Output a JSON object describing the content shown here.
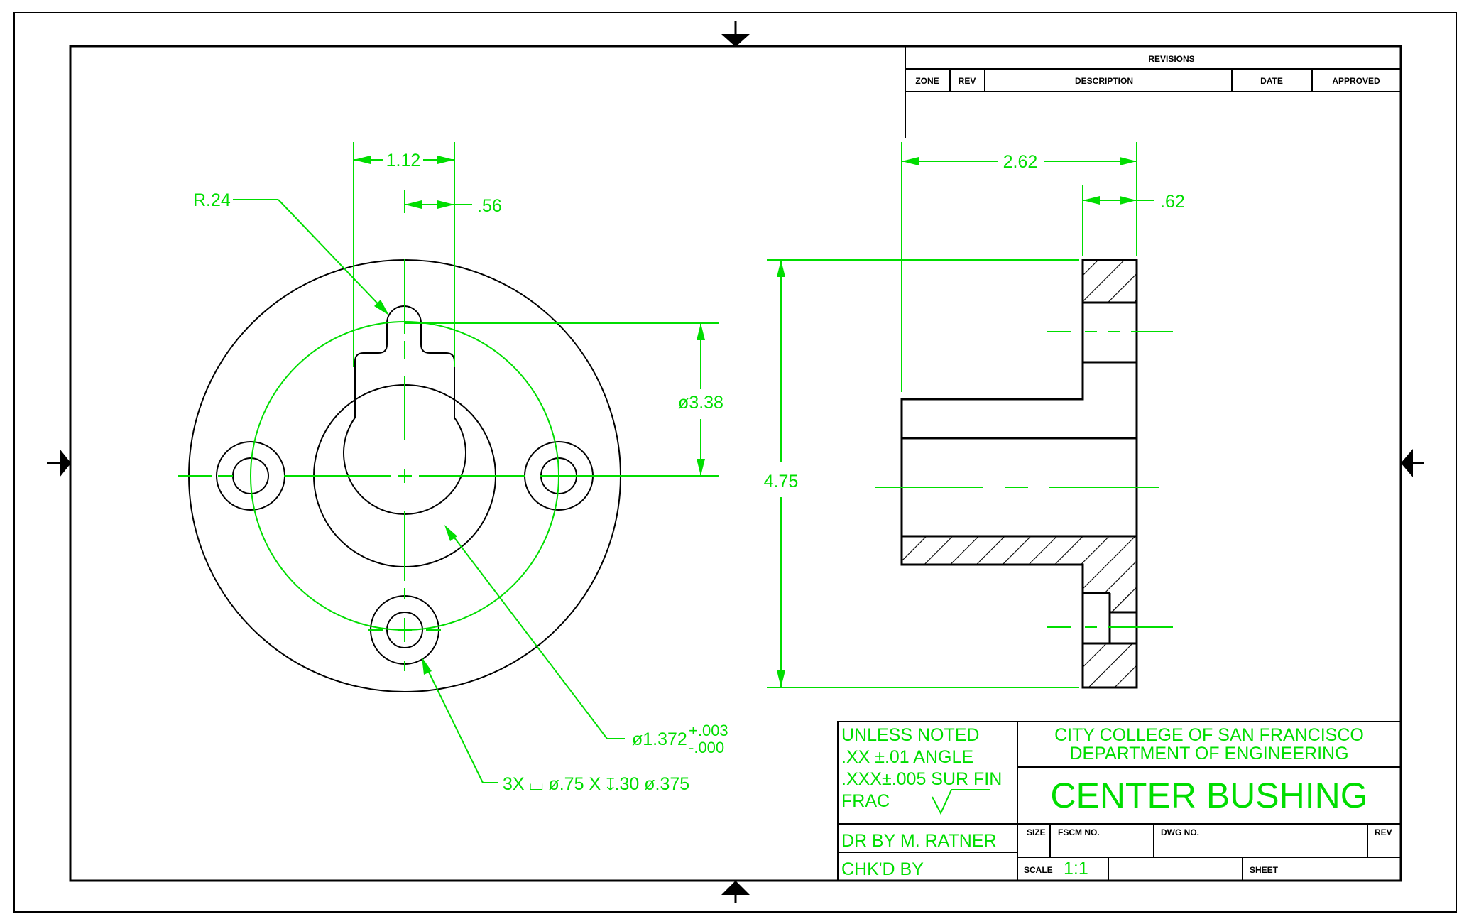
{
  "revisions": {
    "title": "REVISIONS",
    "columns": [
      "ZONE",
      "REV",
      "DESCRIPTION",
      "DATE",
      "APPROVED"
    ]
  },
  "dimensions": {
    "width_top": "1.12",
    "half_width": ".56",
    "radius": "R.24",
    "bolt_circle": "ø3.38",
    "bore": "ø1.372",
    "bore_tol_plus": "+.003",
    "bore_tol_minus": "-.000",
    "holes": "3X ⌴ ø.75 X ↧.30 ø.375",
    "length": "2.62",
    "flange": ".62",
    "height": "4.75"
  },
  "title_block": {
    "tolerances": [
      "UNLESS NOTED",
      ".XX ±.01 ANGLE",
      ".XXX±.005 SUR FIN",
      "FRAC"
    ],
    "school_line1": "CITY COLLEGE OF SAN FRANCISCO",
    "school_line2": "DEPARTMENT OF ENGINEERING",
    "part_title": "CENTER BUSHING",
    "drawn_by": "DR BY M. RATNER",
    "checked_by": "CHK'D BY",
    "size_label": "SIZE",
    "fscm_label": "FSCM NO.",
    "dwg_label": "DWG NO.",
    "rev_label": "REV",
    "scale_label": "SCALE",
    "scale_value": "1:1",
    "sheet_label": "SHEET"
  }
}
